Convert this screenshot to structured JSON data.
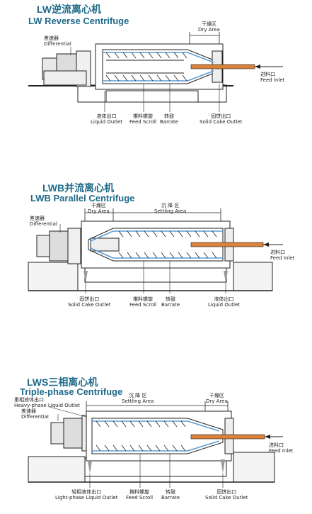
{
  "panels": [
    {
      "title_cn": "LW逆流离心机",
      "title_en": "LW Reverse Centrifuge",
      "labels": {
        "differential_cn": "差速器",
        "differential_en": "Differential",
        "dry_area_cn": "干燥区",
        "dry_area_en": "Dry Area",
        "feed_inlet_cn": "进料口",
        "feed_inlet_en": "Feed Inlet",
        "liquid_outlet_cn": "液体出口",
        "liquid_outlet_en": "Liquid Outlet",
        "feed_scroll_cn": "推料螺旋",
        "feed_scroll_en": "Feed Scroll",
        "barrate_cn": "转鼓",
        "barrate_en": "Barrate",
        "solid_cake_cn": "固饼出口",
        "solid_cake_en": "Solid Cake Outlet"
      }
    },
    {
      "title_cn": "LWB并流离心机",
      "title_en": "LWB Parallel Centrifuge",
      "labels": {
        "dry_area_cn": "干燥区",
        "dry_area_en": "Dry Area",
        "settling_cn": "沉 降 区",
        "settling_en": "Settling Area",
        "differential_cn": "差速器",
        "differential_en": "Differential",
        "feed_inlet_cn": "进料口",
        "feed_inlet_en": "Feed Inlet",
        "solid_cake_cn": "固饼出口",
        "solid_cake_en": "Solid Cake Outlet",
        "feed_scroll_cn": "推料螺旋",
        "feed_scroll_en": "Feed Scroll",
        "barrate_cn": "转鼓",
        "barrate_en": "Barrate",
        "liquid_outlet_cn": "液体出口",
        "liquid_outlet_en": "Liquid Outlet"
      }
    },
    {
      "title_cn": "LWS三相离心机",
      "title_en": "Triple-phase Centrifuge",
      "labels": {
        "heavy_cn": "重相液体出口",
        "heavy_en": "Heavy-phase Liquid Outlet",
        "settling_cn": "沉 降 区",
        "settling_en": "Settling Area",
        "dry_area_cn": "干燥区",
        "dry_area_en": "Dry Area",
        "differential_cn": "差速器",
        "differential_en": "Differential",
        "feed_inlet_cn": "进料口",
        "feed_inlet_en": "Feed Inlet",
        "light_cn": "轻相液体出口",
        "light_en": "Light-phase Liquid Outlet",
        "feed_scroll_cn": "推料螺旋",
        "feed_scroll_en": "Feed Scroll",
        "barrate_cn": "转鼓",
        "barrate_en": "Barrate",
        "solid_cake_cn": "固饼出口",
        "solid_cake_en": "Solid Cake Outlet"
      }
    }
  ],
  "colors": {
    "title": "#1f6a8a",
    "scroll": "#5b9bd5",
    "feed_pipe": "#d9823b",
    "line": "#222222"
  }
}
